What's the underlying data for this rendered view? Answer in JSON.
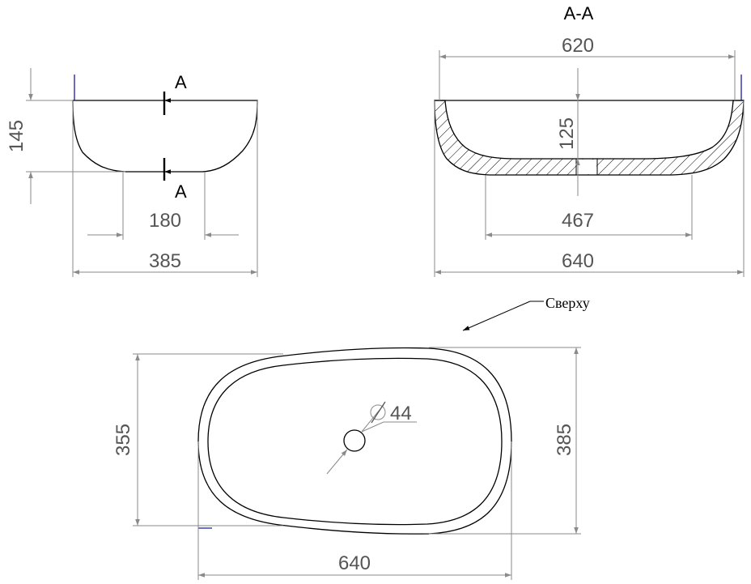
{
  "views": {
    "front": {
      "height_label": "145",
      "base_width_label": "180",
      "top_width_label": "385",
      "section_marker_top": "A",
      "section_marker_bottom": "A"
    },
    "section": {
      "title": "A-A",
      "inner_width_label": "620",
      "depth_label": "125",
      "base_width_label": "467",
      "outer_width_label": "640"
    },
    "top": {
      "note": "Сверху",
      "drain_diameter_label": "44",
      "left_height_label": "355",
      "right_height_label": "385",
      "width_label": "640"
    }
  },
  "colors": {
    "outline": "#000000",
    "dimension": "#8a8a8a",
    "dimension_text": "#555555",
    "hatch": "#000000",
    "accent_marker": "#1a1aa0"
  },
  "icons": {
    "drain": "circle",
    "diameter": "diameter-symbol",
    "arrow": "arrowhead"
  }
}
